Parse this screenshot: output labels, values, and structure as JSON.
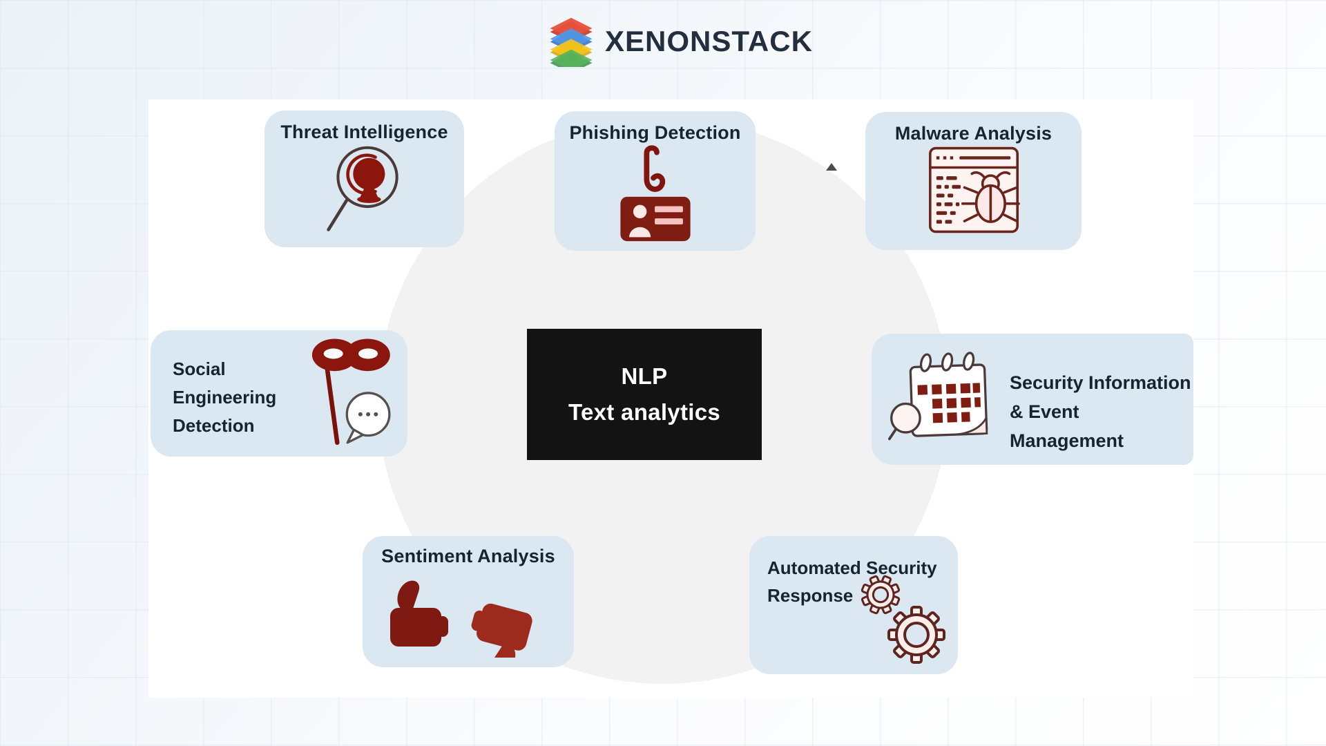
{
  "logo": {
    "text": "XENONSTACK",
    "layer_colors": [
      "#e8503a",
      "#4f97e8",
      "#f5c518",
      "#57b45c"
    ],
    "text_color": "#232f3e"
  },
  "center": {
    "line1": "NLP",
    "line2": "Text analytics",
    "bg_color": "#131313",
    "text_color": "#ffffff"
  },
  "cards": {
    "threat": {
      "title": "Threat Intelligence",
      "icon": "globe-magnifier-icon"
    },
    "phishing": {
      "title": "Phishing Detection",
      "icon": "fishhook-idcard-icon"
    },
    "malware": {
      "title": "Malware Analysis",
      "icon": "bug-browser-icon"
    },
    "social": {
      "line1": "Social",
      "line2": "Engineering",
      "line3": "Detection",
      "icon": "mask-chat-icon"
    },
    "siem": {
      "line1": "Security Information",
      "line2": "& Event Management",
      "icon": "calendar-search-icon"
    },
    "sentiment": {
      "title": "Sentiment Analysis",
      "icon": "thumbs-up-down-icon"
    },
    "automated": {
      "line1": "Automated Security",
      "line2": "Response",
      "icon": "gears-icon"
    }
  },
  "colors": {
    "card_bg": "#dbe8f1",
    "card_title": "#17232f",
    "accent_dark_red": "#7f1a12",
    "panel_bg": "#ffffff",
    "circle_bg": "#f2f2f3"
  },
  "icons": {
    "cursor_triangle": "small dark upward triangle marker"
  }
}
